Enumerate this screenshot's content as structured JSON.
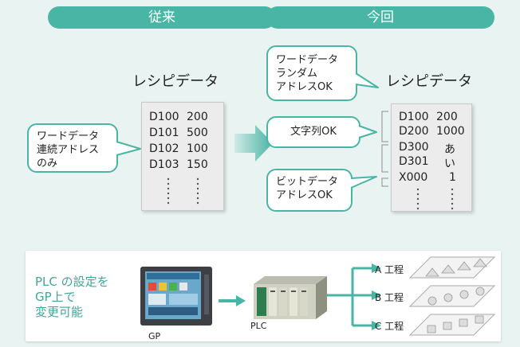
{
  "headers": {
    "before": "従来",
    "after": "今回"
  },
  "before": {
    "title": "レシピデータ",
    "rows": [
      {
        "addr": "D100",
        "value": "200"
      },
      {
        "addr": "D101",
        "value": "500"
      },
      {
        "addr": "D102",
        "value": "100"
      },
      {
        "addr": "D103",
        "value": "150"
      }
    ],
    "callout": [
      "ワードデータ",
      "連続アドレス",
      "のみ"
    ]
  },
  "after": {
    "title": "レシピデータ",
    "rows": [
      {
        "addr": "D100",
        "value": "200"
      },
      {
        "addr": "D200",
        "value": "1000"
      },
      {
        "addr": "D300",
        "value": "あ"
      },
      {
        "addr": "D301",
        "value": "い"
      },
      {
        "addr": "X000",
        "value": "1"
      }
    ],
    "callouts": {
      "random": [
        "ワードデータ",
        "ランダム",
        "アドレスOK"
      ],
      "string": [
        "文字列OK"
      ],
      "bit": [
        "ビットデータ",
        "アドレスOK"
      ]
    }
  },
  "bottom": {
    "note": [
      "PLC の設定を",
      "GP上で",
      "変更可能"
    ],
    "gp_label": "GP",
    "plc_label": "PLC",
    "steps": [
      "A 工程",
      "B 工程",
      "C 工程"
    ]
  },
  "colors": {
    "accent": "#48b5a5",
    "background": "#e9f3f1"
  }
}
